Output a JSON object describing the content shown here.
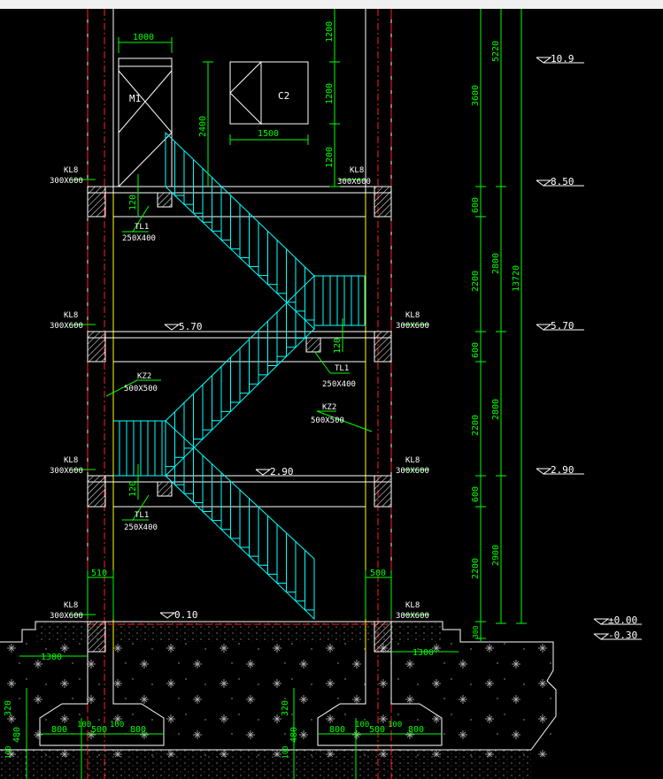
{
  "window": {
    "has_top_strip": true
  },
  "elevations": {
    "e10_9": "10.9",
    "e8_50": "8.50",
    "e5_70": "5.70",
    "e2_90": "2.90",
    "e0_00": "±0.00",
    "e_030": "-0.30",
    "floor_5_70": "5.70",
    "floor_2_90": "2.90",
    "floor_0_10": "0.10"
  },
  "beams": {
    "kl8": "KL8",
    "kl8_size": "300X600",
    "tl1": "TL1",
    "tl1_size": "250X400",
    "kz2": "KZ2",
    "kz2_size": "500X500"
  },
  "openings": {
    "door": "M1",
    "window": "C2"
  },
  "dims": {
    "d1000": "1000",
    "d1500": "1500",
    "d2400": "2400",
    "d1200a": "1200",
    "d1200b": "1200",
    "d1200c": "1200",
    "d5220": "5220",
    "d3600": "3600",
    "d600a": "600",
    "d2800a": "2800",
    "d13720": "13720",
    "d2200a": "2200",
    "d600b": "600",
    "d2800b": "2800",
    "d2200b": "2200",
    "d600c": "600",
    "d2900": "2900",
    "d2200c": "2200",
    "d300": "300",
    "d120a": "120",
    "d120b": "120",
    "d120c": "120",
    "d510": "510",
    "d500": "500",
    "d1300a": "1300",
    "d1300b": "1300",
    "d320a": "320",
    "d320b": "320",
    "d480a": "480",
    "d480b": "480",
    "d100a": "100",
    "d100b": "100",
    "f800a": "800",
    "f100a": "100",
    "f500a": "500",
    "f100b": "100",
    "f800b": "800",
    "f800c": "800",
    "f100c": "100",
    "f500b": "500",
    "f100d": "100",
    "f800d": "800"
  }
}
